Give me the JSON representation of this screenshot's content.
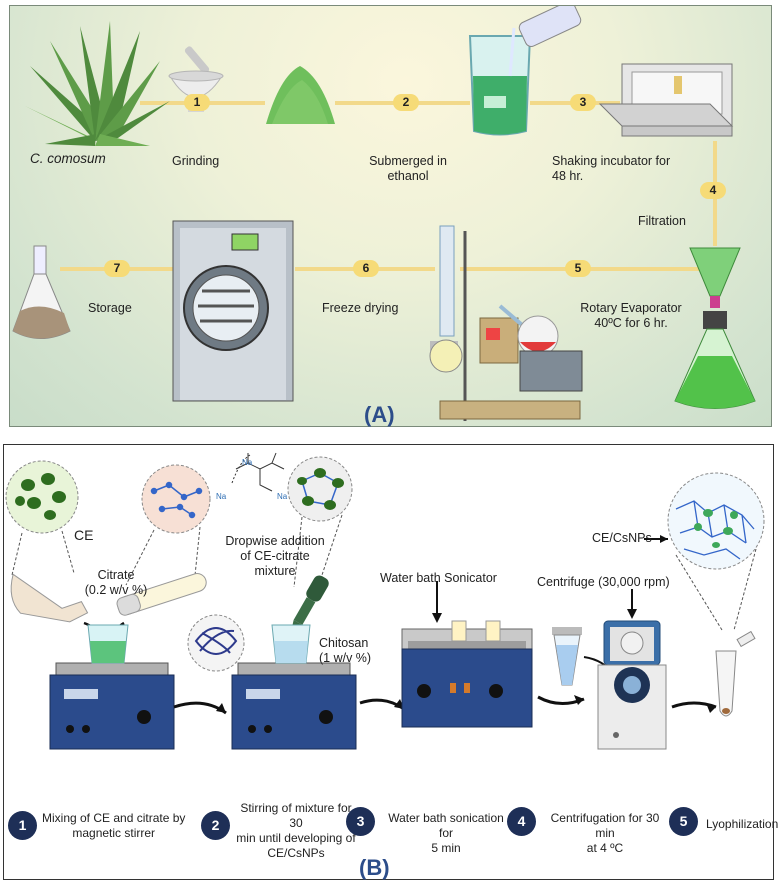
{
  "panel_a": {
    "panel_label": "(A)",
    "steps": [
      {
        "number": "1",
        "label": "Grinding"
      },
      {
        "number": "2",
        "label_line1": "Submerged in",
        "label_line2": "ethanol"
      },
      {
        "number": "3",
        "label_line1": "Shaking incubator for",
        "label_line2": "48 hr."
      },
      {
        "number": "4",
        "label": "Filtration"
      },
      {
        "number": "5",
        "label_line1": "Rotary Evaporator",
        "label_line2": "40ºC for 6 hr."
      },
      {
        "number": "6",
        "label": "Freeze drying"
      },
      {
        "number": "7",
        "label": "Storage"
      }
    ],
    "plant_name": "C. comosum"
  },
  "panel_b": {
    "panel_label": "(B)",
    "annotations": {
      "ce": "CE",
      "citrate_line1": "Citrate",
      "citrate_line2": "(0.2 w/v %)",
      "dropwise_line1": "Dropwise addition",
      "dropwise_line2": "of CE-citrate",
      "dropwise_line3": "mixture",
      "chitosan_line1": "Chitosan",
      "chitosan_line2": "(1 w/v %)",
      "sonicator": "Water bath Sonicator",
      "centrifuge": "Centrifuge (30,000 rpm)",
      "nps": "CE/CsNPs",
      "na": "Na"
    },
    "steps": [
      {
        "number": "1",
        "line1": "Mixing of CE and citrate by",
        "line2": "magnetic stirrer"
      },
      {
        "number": "2",
        "line1": "Stirring of mixture for 30",
        "line2": "min until developing of",
        "line3": "CE/CsNPs"
      },
      {
        "number": "3",
        "line1": "Water bath sonication for",
        "line2": "5 min"
      },
      {
        "number": "4",
        "line1": "Centrifugation for 30 min",
        "line2": "at 4 ºC"
      },
      {
        "number": "5",
        "line1": "Lyophilization"
      }
    ]
  },
  "colors": {
    "badge_yellow": "#f6db77",
    "badge_navy": "#1e2f57",
    "panel_title_blue": "#2c4d8a",
    "extract_green": "#4caf50"
  }
}
